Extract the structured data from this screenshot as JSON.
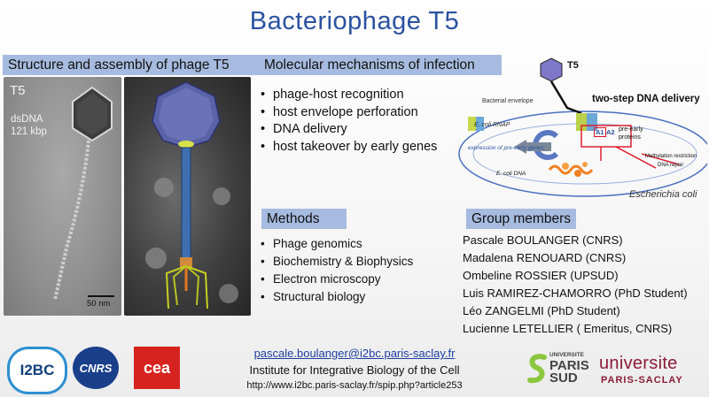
{
  "title": "Bacteriophage T5",
  "structure": {
    "heading": "Structure and assembly of  phage T5",
    "label_t5": "T5",
    "label_dna": "dsDNA",
    "label_kbp": "121 kbp",
    "scale": "50 nm"
  },
  "mechanisms": {
    "heading": "Molecular mechanisms of infection",
    "items": [
      "phage-host recognition",
      "host envelope perforation",
      "DNA delivery",
      "host takeover by early genes"
    ]
  },
  "diagram": {
    "phage_label": "T5",
    "two_step": "two-step DNA delivery",
    "envelope": "Bacterial envelope",
    "rnap": "E. coli RNAP",
    "expression": "expression of pre-early genes",
    "a1": "A1",
    "a2": "A2",
    "pre_early": "pre-early proteins",
    "methylation": "Methylation restriction",
    "dna_repair": "DNA repair",
    "ecoli_dna": "E. coli DNA",
    "species": "Escherichia coli"
  },
  "methods": {
    "heading": "Methods",
    "items": [
      "Phage genomics",
      "Biochemistry & Biophysics",
      "Electron microscopy",
      "Structural biology"
    ]
  },
  "members": {
    "heading": "Group members",
    "items": [
      "Pascale BOULANGER (CNRS)",
      "Madalena RENOUARD (CNRS)",
      "Ombeline ROSSIER (UPSUD)",
      "Luis RAMIREZ-CHAMORRO (PhD Student)",
      "Léo ZANGELMI (PhD Student)",
      "Lucienne LETELLIER ( Emeritus, CNRS)"
    ]
  },
  "footer": {
    "email": "pascale.boulanger@i2bc.paris-saclay.fr",
    "institute": "Institute for Integrative Biology of the Cell",
    "url": "http://www.i2bc.paris-saclay.fr/spip.php?article253"
  },
  "logos": {
    "i2bc": "I2BC",
    "cnrs": "CNRS",
    "cea": "cea",
    "paris_sud_1": "UNIVERSITE",
    "paris_sud_2": "PARIS",
    "paris_sud_3": "SUD",
    "saclay_1": "universite",
    "saclay_2": "PARIS-SACLAY"
  },
  "colors": {
    "title": "#2a52a0",
    "band": "#a6bbdf",
    "link": "#1f3fa0",
    "saclay": "#8a1b3a",
    "cea_red": "#d6231f"
  }
}
